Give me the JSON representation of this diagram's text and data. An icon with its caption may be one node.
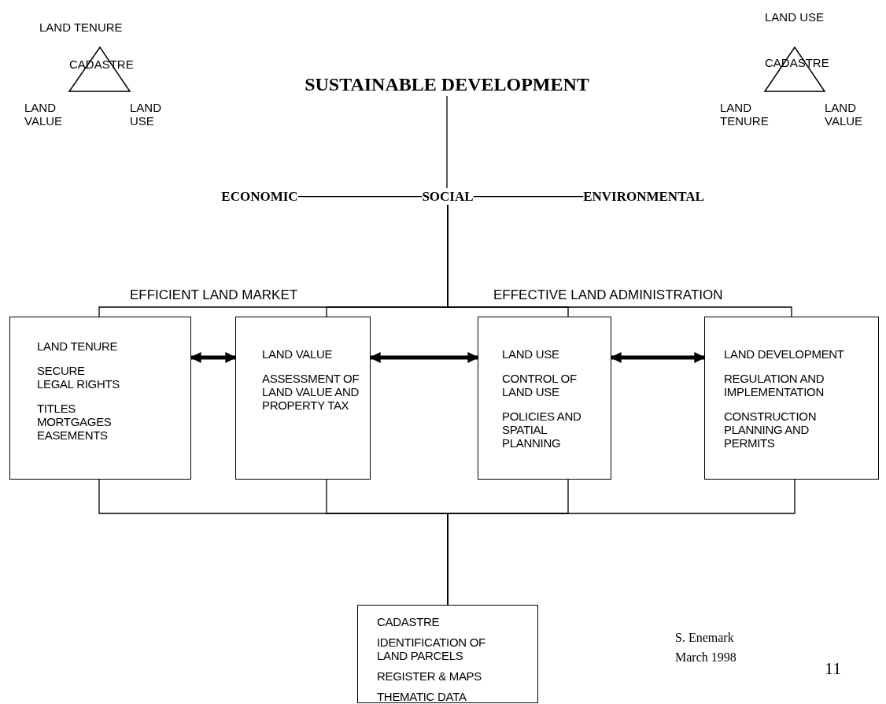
{
  "diagram": {
    "nodes": [
      {
        "text": [
          "SUSTAINABLE DEVELOPMENT"
        ]
      },
      {
        "text": [
          "ECONOMIC"
        ]
      },
      {
        "text": [
          "SOCIAL"
        ]
      },
      {
        "text": [
          "ENVIRONMENTAL"
        ]
      },
      {
        "text": [
          "LAND TENURE",
          "SECURE LEGAL RIGHTS",
          "TITLES MORTGAGES EASEMENTS"
        ]
      },
      {
        "text": [
          "LAND VALUE",
          "ASSESSMENT OF LAND VALUE AND PROPERTY TAX"
        ]
      },
      {
        "text": [
          "LAND USE",
          "CONTROL OF LAND USE",
          "POLICIES AND SPATIAL PLANNING"
        ]
      },
      {
        "text": [
          "LAND DEVELOPMENT",
          "REGULATION AND IMPLEMENTATION",
          "CONSTRUCTION PLANNING AND PERMITS"
        ]
      },
      {
        "text": [
          "CADASTRE",
          "IDENTIFICATION OF LAND PARCELS",
          "REGISTER & MAPS",
          "THEMATIC DATA"
        ]
      }
    ],
    "edges": [
      {
        "from": 0,
        "to": 2,
        "arrow": "none"
      },
      {
        "from": 1,
        "to": 2,
        "arrow": "none"
      },
      {
        "from": 2,
        "to": 3,
        "arrow": "none"
      },
      {
        "from": 2,
        "to": 4,
        "arrow": "none"
      },
      {
        "from": 2,
        "to": 5,
        "arrow": "none"
      },
      {
        "from": 2,
        "to": 6,
        "arrow": "none"
      },
      {
        "from": 2,
        "to": 7,
        "arrow": "none"
      },
      {
        "from": 4,
        "to": 5,
        "arrow": "both",
        "style": "thick"
      },
      {
        "from": 5,
        "to": 6,
        "arrow": "both",
        "style": "thick"
      },
      {
        "from": 6,
        "to": 7,
        "arrow": "both",
        "style": "thick"
      },
      {
        "from": 4,
        "to": 8,
        "arrow": "none"
      },
      {
        "from": 5,
        "to": 8,
        "arrow": "none"
      },
      {
        "from": 6,
        "to": 8,
        "arrow": "none"
      },
      {
        "from": 7,
        "to": 8,
        "arrow": "none"
      }
    ],
    "labels": [
      "LAND TENURE",
      "CADASTRE",
      "LAND VALUE",
      "LAND USE",
      "LAND USE",
      "CADASTRE",
      "LAND TENURE",
      "LAND VALUE",
      "EFFICIENT LAND MARKET",
      "EFFECTIVE LAND ADMINISTRATION",
      "S. Enemark",
      "March 1998",
      "11"
    ]
  }
}
